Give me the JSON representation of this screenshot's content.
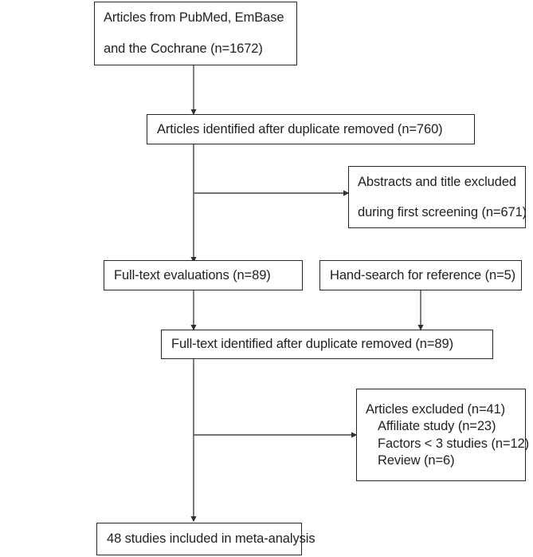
{
  "diagram": {
    "type": "prisma-flow-diagram",
    "title": "Study selection flow diagram",
    "colors": {
      "box_border": "#2b2724",
      "text": "#231f1d",
      "connector": "#4a4542",
      "background": "#ffffff"
    },
    "nodes": [
      {
        "id": "identification",
        "name": "identification-box",
        "lines": [
          "Articles from PubMed, EmBase",
          "and the Cochrane (n=1672)"
        ],
        "count": 1672
      },
      {
        "id": "after-duplicates",
        "name": "duplicates-removed-box",
        "lines": [
          "Articles identified after duplicate removed (n=760)"
        ],
        "count": 760
      },
      {
        "id": "abstract-excluded",
        "name": "abstract-title-excluded-box",
        "lines": [
          "Abstracts and title excluded",
          "during first screening (n=671)"
        ],
        "count": 671
      },
      {
        "id": "full-text-eval",
        "name": "full-text-evaluations-box",
        "lines": [
          "Full-text evaluations (n=89)"
        ],
        "count": 89
      },
      {
        "id": "hand-search",
        "name": "hand-search-box",
        "lines": [
          "Hand-search for reference (n=5)"
        ],
        "count": 5
      },
      {
        "id": "full-text-identified",
        "name": "full-text-duplicates-removed-box",
        "lines": [
          "Full-text identified after duplicate removed (n=89)"
        ],
        "count": 89
      },
      {
        "id": "articles-excluded",
        "name": "articles-excluded-box",
        "lines": [
          "Articles excluded (n=41)",
          "Affiliate study (n=23)",
          "Factors < 3 studies (n=12)",
          "Review (n=6)"
        ],
        "counts": {
          "total": 41,
          "affiliate_study": 23,
          "factors_lt_3_studies": 12,
          "review": 6
        }
      },
      {
        "id": "included",
        "name": "included-studies-box",
        "lines": [
          "48 studies included in meta-analysis"
        ],
        "count": 48
      }
    ]
  }
}
